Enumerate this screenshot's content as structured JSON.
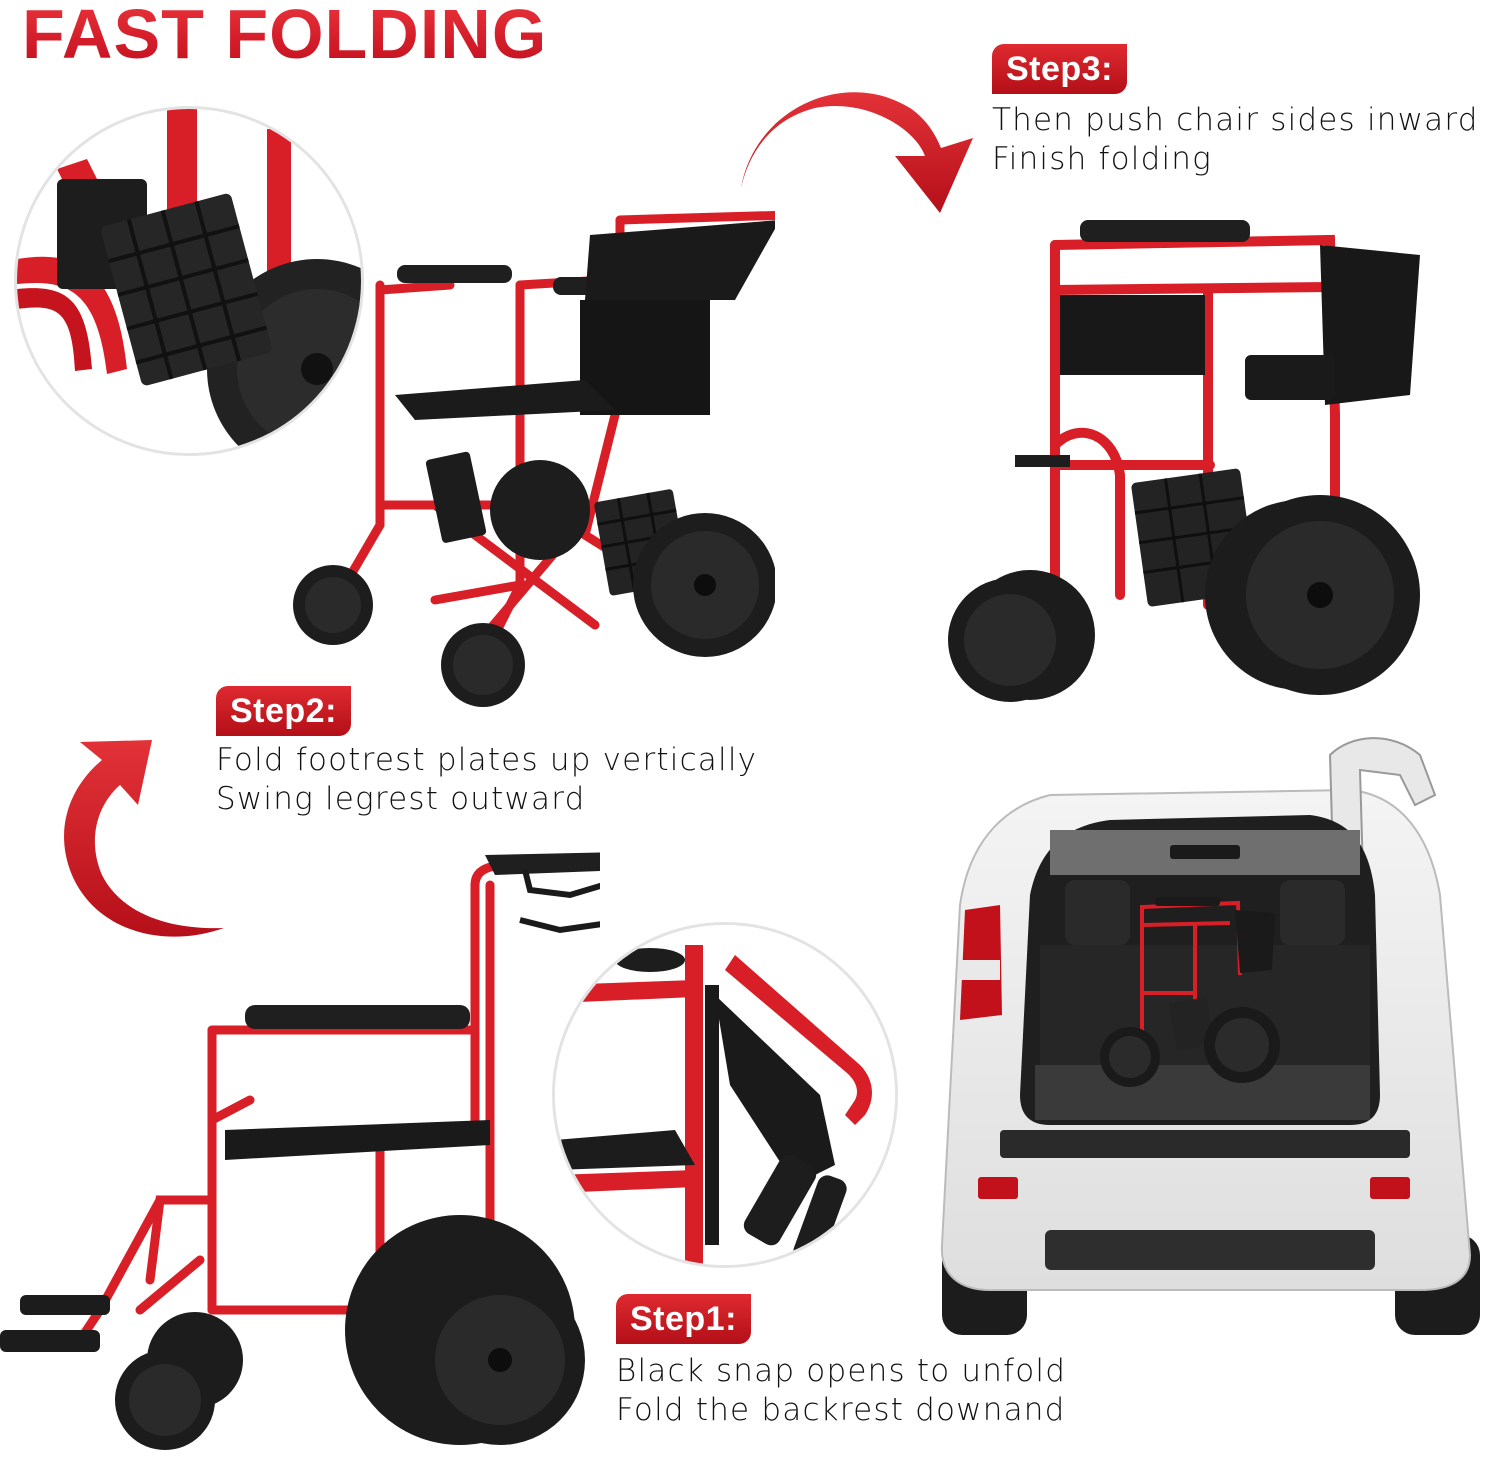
{
  "header": {
    "title": "FAST FOLDING"
  },
  "steps": [
    {
      "badge": "Step1:",
      "line1": "Black snap opens to unfold",
      "line2": "Fold the backrest downand"
    },
    {
      "badge": "Step2:",
      "line1": "Fold footrest plates up vertically",
      "line2": "Swing legrest outward"
    },
    {
      "badge": "Step3:",
      "line1": "Then push chair sides inward",
      "line2": "Finish folding"
    }
  ],
  "images": {
    "footrest_detail": "footrest-plate-closeup",
    "chair_partially_folded": "wheelchair-footrests-up",
    "chair_fully_folded": "wheelchair-folded",
    "chair_unfolded": "wheelchair-unfolded-side",
    "backrest_detail": "backrest-folding-closeup",
    "car_trunk": "folded-wheelchair-in-suv-trunk"
  },
  "colors": {
    "accent_red": "#d7192b",
    "frame_red": "#d81e26",
    "black": "#1a1a1a",
    "text": "#111111"
  }
}
